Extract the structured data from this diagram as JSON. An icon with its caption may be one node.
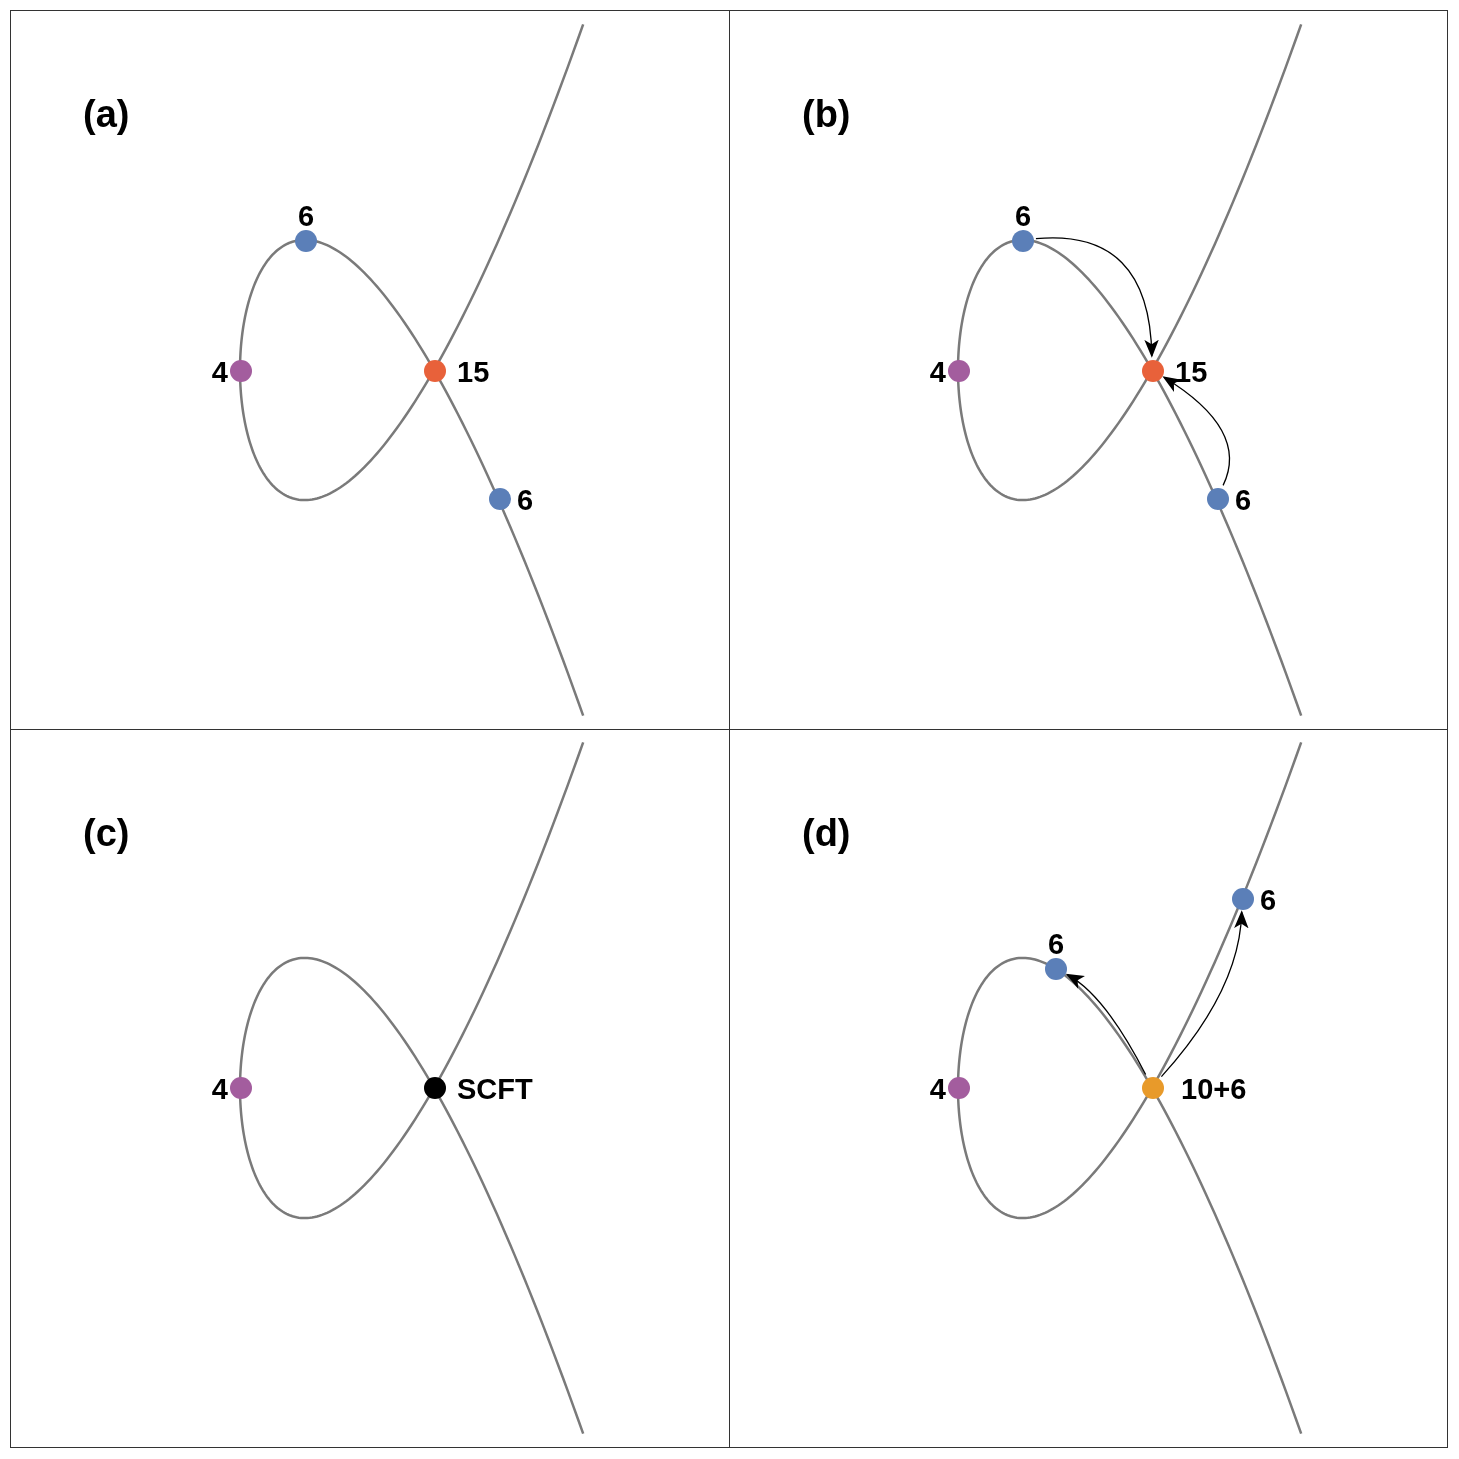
{
  "diagram": {
    "nodes": [
      {
        "text": [
          "(a)"
        ]
      },
      {
        "text": [],
        "shape": "circle",
        "beside": [
          "6"
        ],
        "in": 0
      },
      {
        "text": [],
        "shape": "circle",
        "beside": [
          "4"
        ],
        "in": 0
      },
      {
        "text": [],
        "shape": "circle",
        "beside": [
          "15"
        ],
        "in": 0
      },
      {
        "text": [],
        "shape": "circle",
        "beside": [
          "6"
        ],
        "in": 0
      },
      {
        "text": [
          "(b)"
        ]
      },
      {
        "text": [],
        "shape": "circle",
        "beside": [
          "6"
        ],
        "in": 5
      },
      {
        "text": [],
        "shape": "circle",
        "beside": [
          "4"
        ],
        "in": 5
      },
      {
        "text": [],
        "shape": "circle",
        "beside": [
          "15"
        ],
        "in": 5
      },
      {
        "text": [],
        "shape": "circle",
        "beside": [
          "6"
        ],
        "in": 5
      },
      {
        "text": [
          "(c)"
        ]
      },
      {
        "text": [],
        "shape": "circle",
        "beside": [
          "4"
        ],
        "in": 10
      },
      {
        "text": [],
        "shape": "circle",
        "beside": [
          "SCFT"
        ],
        "in": 10
      },
      {
        "text": [
          "(d)"
        ]
      },
      {
        "text": [],
        "shape": "circle",
        "beside": [
          "6"
        ],
        "in": 13
      },
      {
        "text": [],
        "shape": "circle",
        "beside": [
          "6"
        ],
        "in": 13
      },
      {
        "text": [],
        "shape": "circle",
        "beside": [
          "4"
        ],
        "in": 13
      },
      {
        "text": [],
        "shape": "circle",
        "beside": [
          "10+6"
        ],
        "in": 13
      }
    ],
    "edges": [
      {
        "from": 6,
        "to": 8,
        "arrow": "to"
      },
      {
        "from": 9,
        "to": 8,
        "arrow": "to"
      },
      {
        "from": 17,
        "to": 15,
        "arrow": "to"
      },
      {
        "from": 17,
        "to": 14,
        "arrow": "to"
      }
    ]
  }
}
